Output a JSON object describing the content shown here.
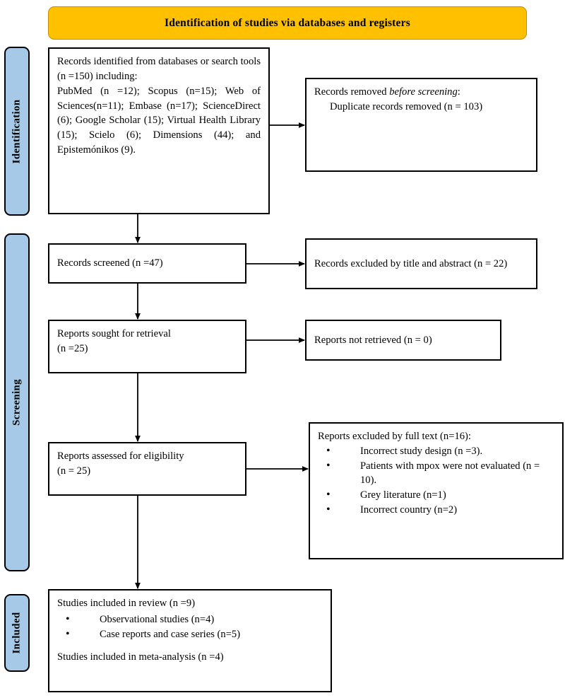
{
  "diagram": {
    "title": "Identification of studies via databases and registers",
    "colors": {
      "banner": "#FFC000",
      "stage_label": "#A6C9E8",
      "border": "#000000",
      "box_fill": "#FFFFFF"
    }
  },
  "stages": [
    {
      "id": "identification",
      "label": "Identification"
    },
    {
      "id": "screening",
      "label": "Screening"
    },
    {
      "id": "included",
      "label": "Included"
    }
  ],
  "boxes": {
    "identified": {
      "line1": "Records identified from databases or search tools (n =150) including:",
      "line2": "PubMed (n =12); Scopus (n=15); Web of Sciences(n=11); Embase (n=17); ScienceDirect (6); Google Scholar (15); Virtual Health Library (15); Scielo (6); Dimensions (44); and Epistemónikos (9)."
    },
    "removed": {
      "lead_prefix": "Records removed ",
      "lead_italic": "before screening",
      "lead_suffix": ":",
      "item": "Duplicate records removed (n = 103)"
    },
    "screened": {
      "text": "Records screened (n =47)"
    },
    "excluded_title_abstract": {
      "text": "Records excluded by title and abstract (n = 22)"
    },
    "sought": {
      "line1": "Reports sought for retrieval",
      "line2": "(n =25)"
    },
    "not_retrieved": {
      "text": "Reports not retrieved (n = 0)"
    },
    "eligibility": {
      "line1": "Reports assessed for eligibility",
      "line2": "(n = 25)"
    },
    "excluded_full_text": {
      "lead": "Reports excluded by full text (n=16):",
      "items": [
        "Incorrect study design (n =3).",
        "Patients with mpox were not evaluated (n = 10).",
        "Grey literature (n=1)",
        "Incorrect country (n=2)"
      ]
    },
    "included": {
      "lead": "Studies included in review (n =9)",
      "items": [
        "Observational studies (n=4)",
        "Case reports and case series (n=5)"
      ],
      "tail": "Studies included in meta-analysis (n =4)"
    }
  },
  "connectors": [
    {
      "name": "identified-to-removed",
      "type": "horizontal-arrow"
    },
    {
      "name": "identified-to-screened",
      "type": "vertical-arrow"
    },
    {
      "name": "screened-to-excluded-title-abstract",
      "type": "horizontal-arrow"
    },
    {
      "name": "screened-to-sought",
      "type": "vertical-arrow"
    },
    {
      "name": "sought-to-not-retrieved",
      "type": "horizontal-arrow"
    },
    {
      "name": "sought-to-eligibility",
      "type": "vertical-arrow"
    },
    {
      "name": "eligibility-to-excluded-full-text",
      "type": "horizontal-arrow"
    },
    {
      "name": "eligibility-to-included",
      "type": "vertical-arrow"
    }
  ]
}
